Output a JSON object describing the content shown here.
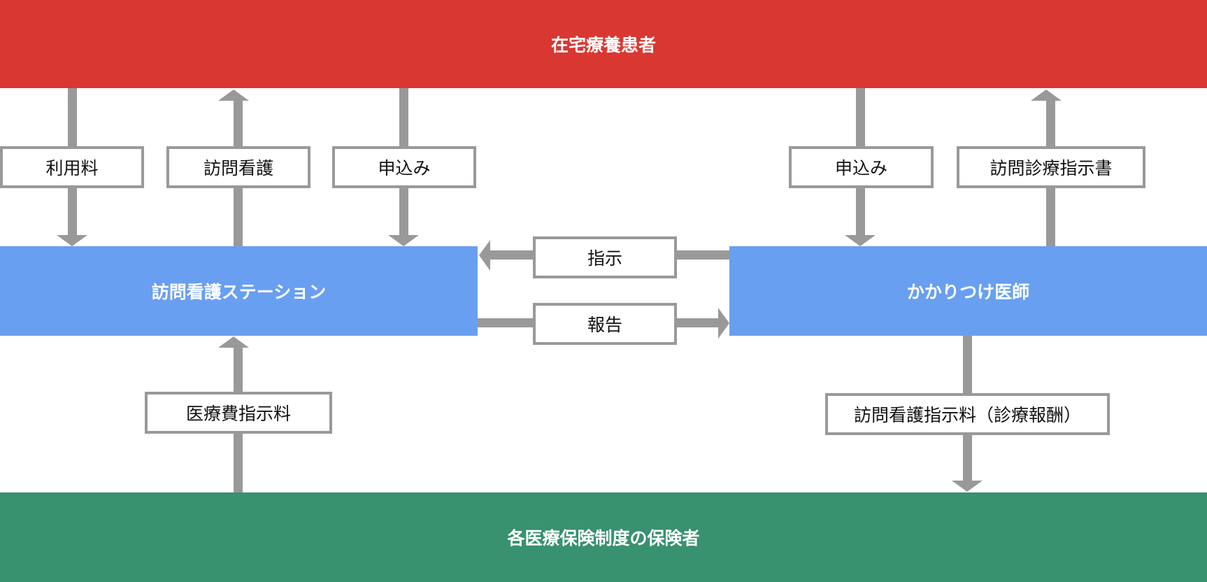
{
  "diagram": {
    "nodes": {
      "patient": {
        "label": "在宅療養患者"
      },
      "nursing_station": {
        "label": "訪問看護ステーション"
      },
      "family_doctor": {
        "label": "かかりつけ医師"
      },
      "insurer": {
        "label": "各医療保険制度の保険者"
      }
    },
    "edge_labels": {
      "usage_fee": "利用料",
      "visiting_nursing": "訪問看護",
      "application_to_station": "申込み",
      "application_to_doctor": "申込み",
      "visiting_care_instruction_doc": "訪問診療指示書",
      "instruction": "指示",
      "report": "報告",
      "medical_fee_instruction_fee": "医療費指示料",
      "visiting_nursing_instruction_fee": "訪問看護指示料（診療報酬）"
    },
    "colors": {
      "patient_band": "#d93732",
      "provider_box": "#699ff0",
      "insurer_band": "#38916f",
      "arrow": "#999999",
      "label_border": "#999999",
      "label_text": "#111111",
      "band_text": "#ffffff"
    }
  }
}
